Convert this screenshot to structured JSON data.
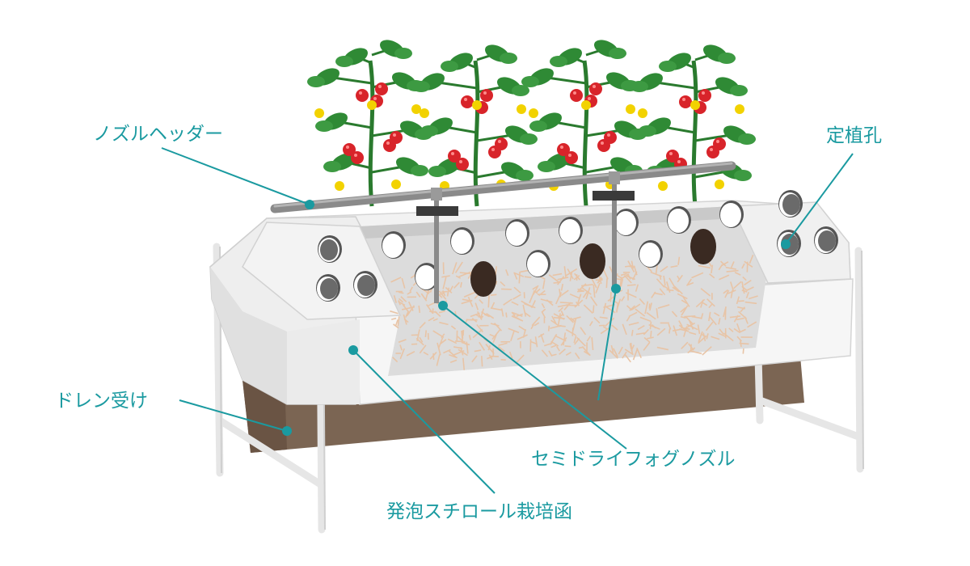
{
  "colors": {
    "accent": "#1a9aa0",
    "foam": "#f4f4f4",
    "foam_shadow": "#d9d9d9",
    "pipe": "#8a8a8a",
    "drain": "#7b6553",
    "leaf": "#2f8a35",
    "tomato": "#d8242a",
    "flower": "#f2d200",
    "root": "#e8c4a6"
  },
  "labels": {
    "nozzle_header": "ノズルヘッダー",
    "planting_hole": "定植孔",
    "drain_tray": "ドレン受け",
    "semi_dry_fog_nozzle": "セミドライフォグノズル",
    "foam_box": "発泡スチロール栽培函"
  }
}
